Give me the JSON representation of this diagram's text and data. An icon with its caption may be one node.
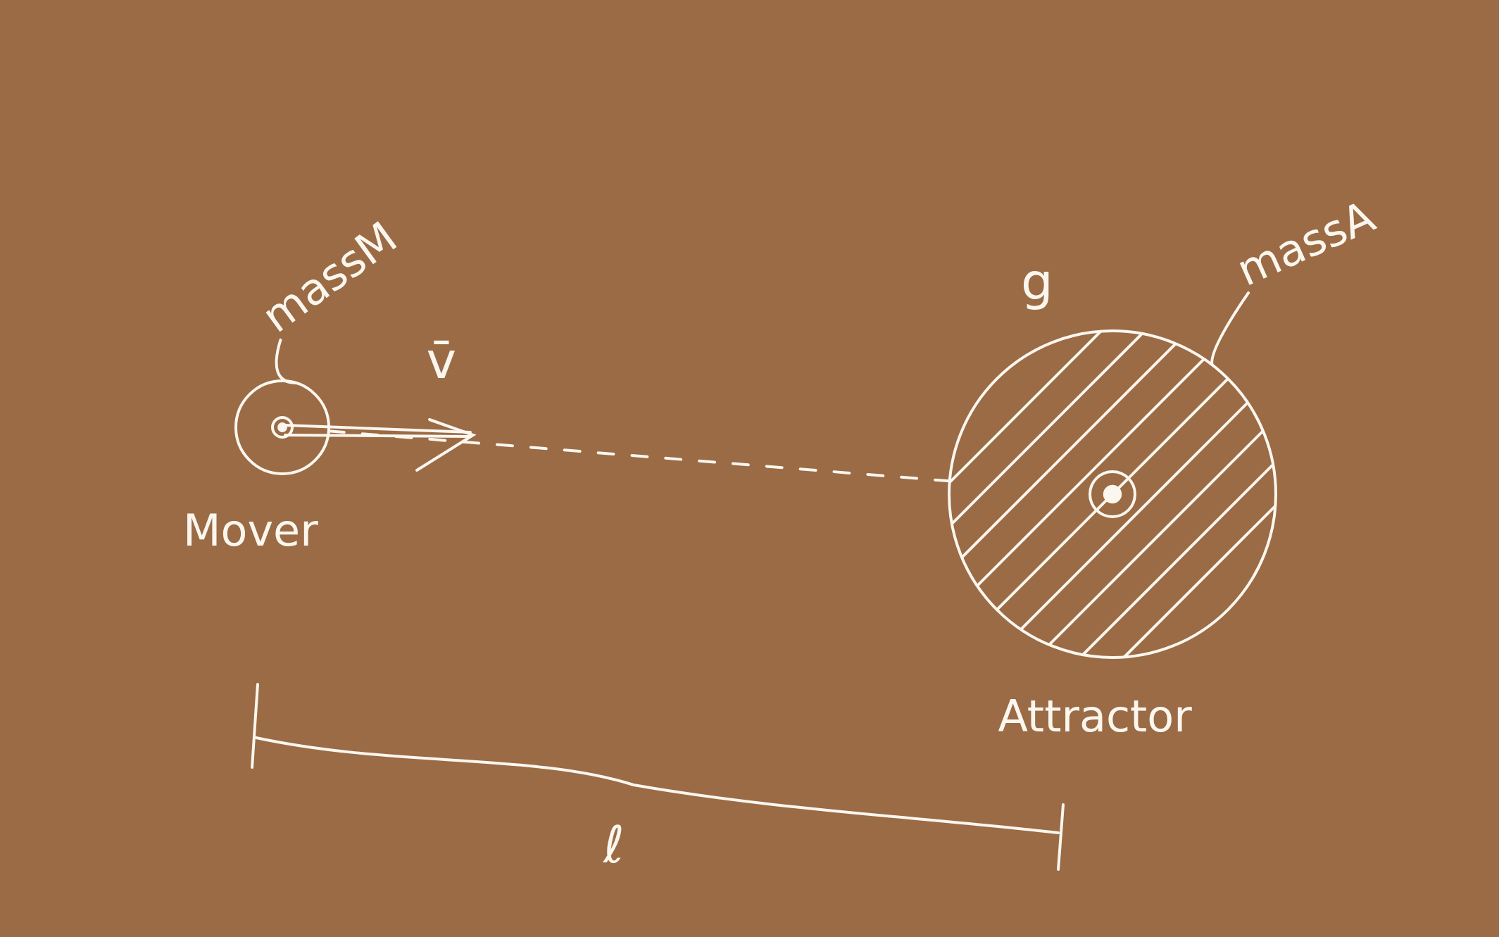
{
  "diagram": {
    "nodes": [
      {
        "text": [
          "massM"
        ]
      },
      {
        "text": [],
        "shape": "circle",
        "beside": [
          "Mover"
        ]
      },
      {
        "text": [
          "massA"
        ]
      },
      {
        "text": [],
        "shape": "circle",
        "beside": [
          "Attractor"
        ]
      }
    ],
    "edges": [
      {
        "from": 0,
        "to": 1,
        "arrow": "none"
      },
      {
        "from": 2,
        "to": 3,
        "arrow": "none"
      },
      {
        "from": 1,
        "to": 3,
        "arrow": "none",
        "style": "dashed"
      }
    ],
    "labels": [
      "v̄",
      "g",
      "ℓ"
    ]
  }
}
